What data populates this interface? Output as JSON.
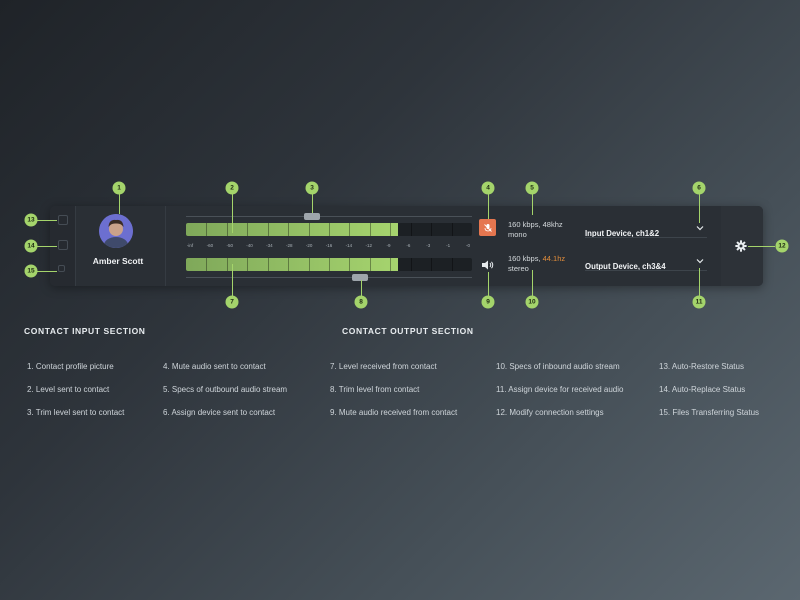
{
  "contact": {
    "name": "Amber Scott"
  },
  "input": {
    "meter_level": 0.74,
    "trim_level": 0.44,
    "specs_line1": "160 kbps, 48khz",
    "specs_line2": "mono",
    "device": "Input Device, ch1&2",
    "scale": [
      "-inf",
      "-60",
      "-50",
      "-40",
      "-34",
      "-28",
      "-20",
      "-16",
      "-14",
      "-12",
      "-9",
      "-6",
      "-3",
      "-1",
      "-0"
    ]
  },
  "output": {
    "meter_level": 0.74,
    "trim_level": 0.61,
    "specs_prefix": "160 kbps, ",
    "specs_accent": "44.1hz",
    "specs_line2": "stereo",
    "device": "Output Device, ch3&4"
  },
  "colors": {
    "accent": "#a4d46b",
    "mute": "#e5764f",
    "specs_accent": "#e08c3b"
  },
  "callouts": [
    "1",
    "2",
    "3",
    "4",
    "5",
    "6",
    "7",
    "8",
    "9",
    "10",
    "11",
    "12",
    "13",
    "14",
    "15"
  ],
  "sections": {
    "input_title": "CONTACT INPUT SECTION",
    "output_title": "CONTACT OUTPUT SECTION"
  },
  "legend": [
    [
      "1. Contact profile picture",
      "2. Level sent to contact",
      "3. Trim level sent to contact"
    ],
    [
      "4. Mute audio sent to contact",
      "5. Specs of outbound audio stream",
      "6. Assign device sent to contact"
    ],
    [
      "7. Level received from contact",
      "8. Trim level from contact",
      "9. Mute audio received from contact"
    ],
    [
      "10. Specs of inbound audio stream",
      "11. Assign device for received audio",
      "12. Modify connection settings"
    ],
    [
      "13. Auto-Restore Status",
      "14. Auto-Replace Status",
      "15. Files Transferring Status"
    ]
  ]
}
